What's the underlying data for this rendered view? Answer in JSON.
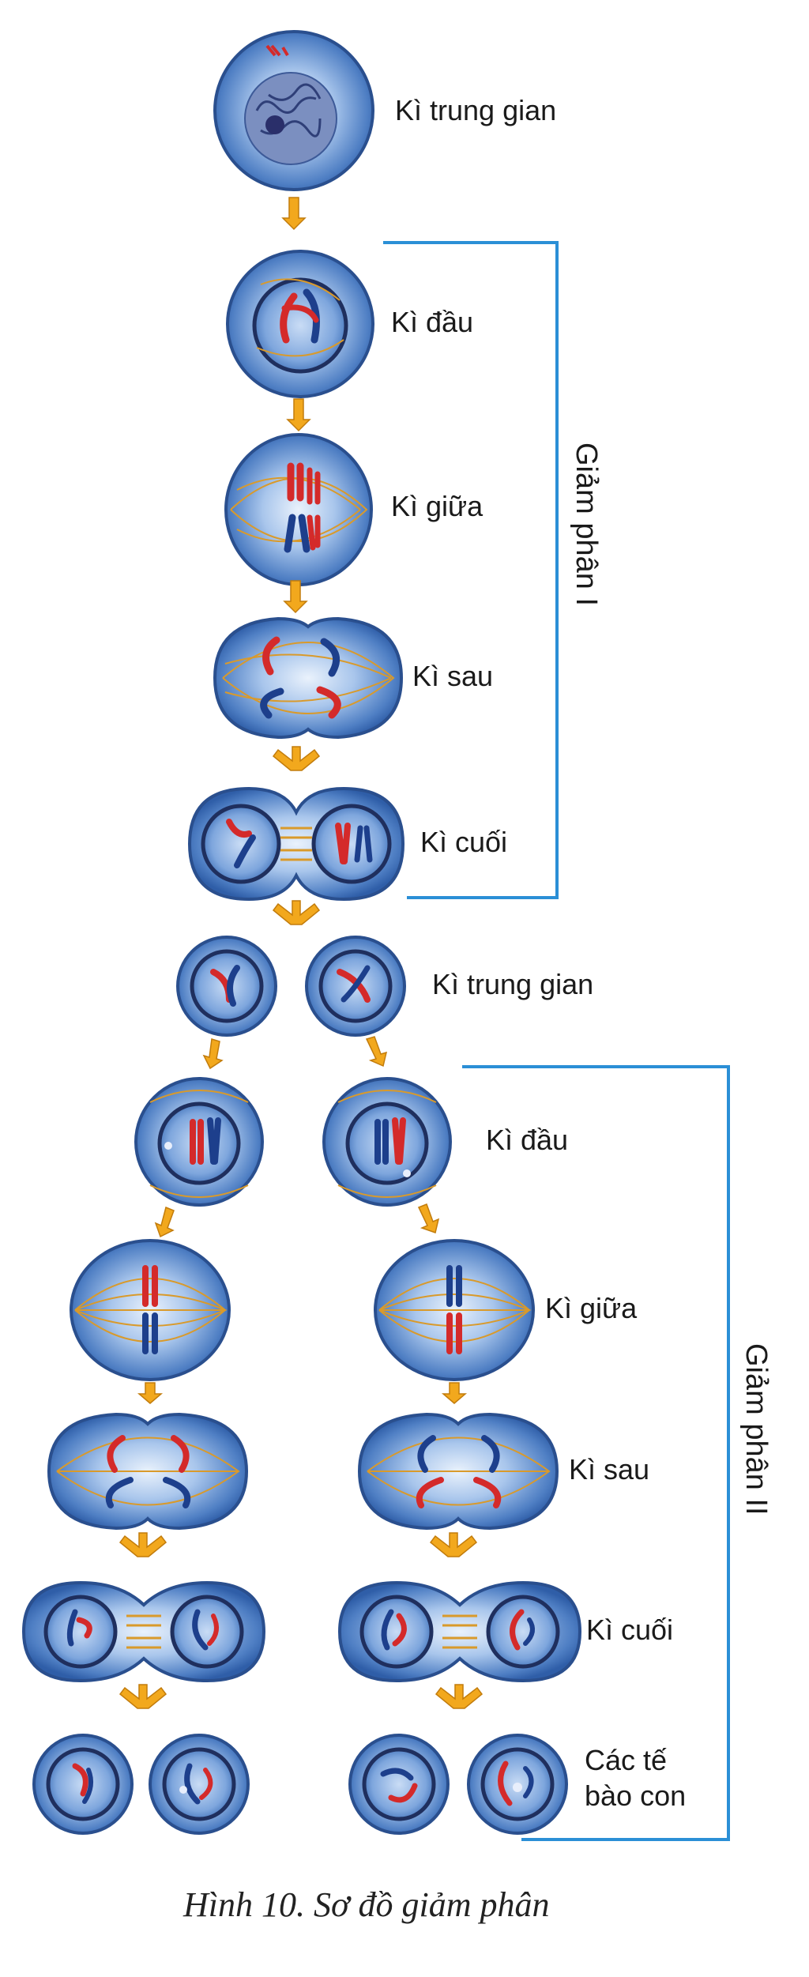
{
  "stage_labels": {
    "interphase_1": "Kì trung gian",
    "prophase_1": "Kì đầu",
    "metaphase_1": "Kì giữa",
    "anaphase_1": "Kì sau",
    "telophase_1": "Kì cuối",
    "interphase_2": "Kì trung gian",
    "prophase_2": "Kì đầu",
    "metaphase_2": "Kì giữa",
    "anaphase_2": "Kì sau",
    "telophase_2": "Kì cuối",
    "daughter_cells_line1": "Các tế",
    "daughter_cells_line2": "bào con"
  },
  "brackets": {
    "meiosis_1": "Giảm phân I",
    "meiosis_2": "Giảm phân II"
  },
  "caption": "Hình 10. Sơ đồ giảm phân",
  "colors": {
    "cell_blue": "#3d6fb8",
    "cell_light": "#a9c6ec",
    "spindle": "#d99a2b",
    "chromosome_red": "#d42a2a",
    "chromosome_blue": "#1d3f8c",
    "arrow": "#f2a81d",
    "bracket": "#2b8fd6"
  }
}
